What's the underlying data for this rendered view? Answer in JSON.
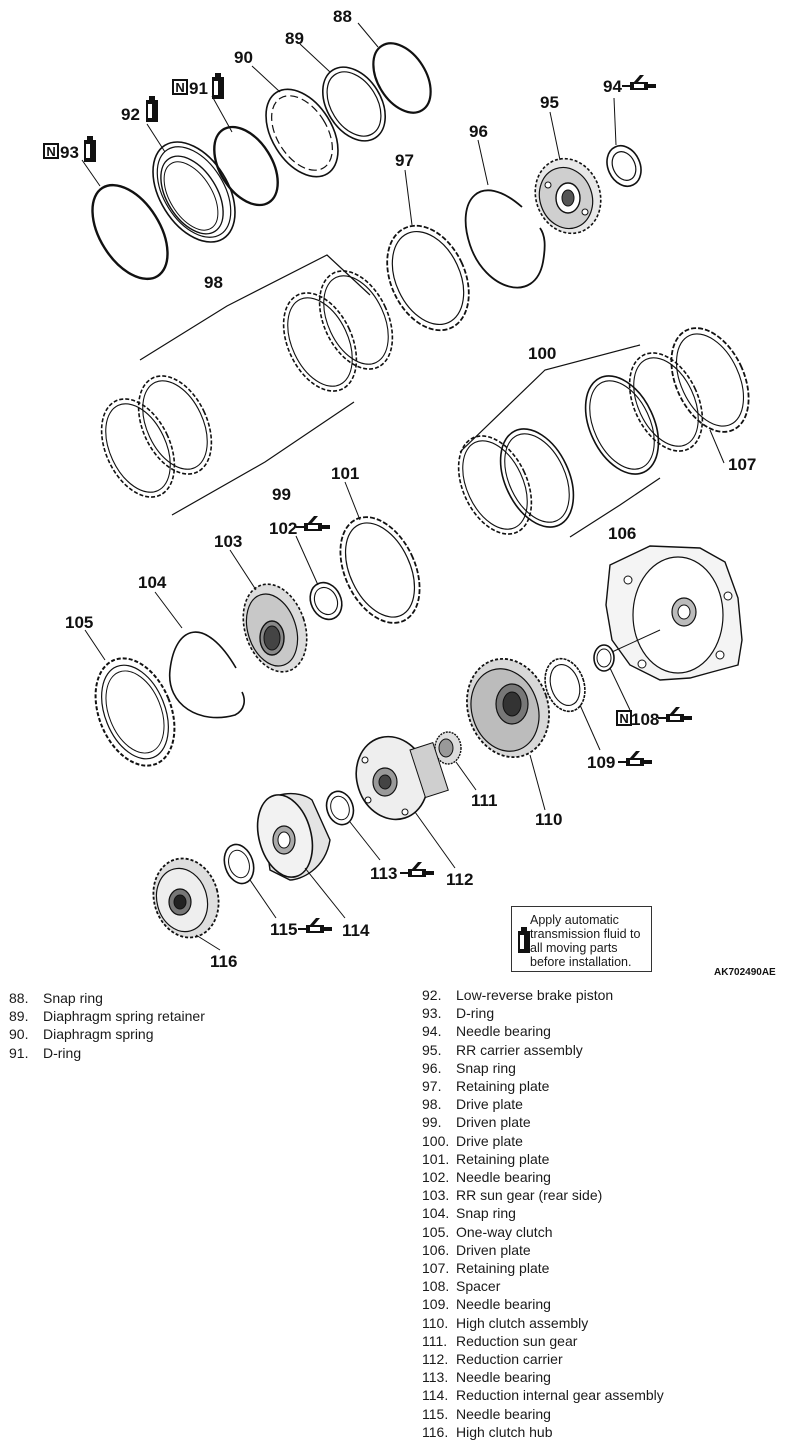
{
  "callouts": {
    "c88": "88",
    "c89": "89",
    "c90": "90",
    "c91": "91",
    "c92": "92",
    "c93": "93",
    "c94": "94",
    "c95": "95",
    "c96": "96",
    "c97": "97",
    "c98": "98",
    "c99": "99",
    "c100": "100",
    "c101": "101",
    "c102": "102",
    "c103": "103",
    "c104": "104",
    "c105": "105",
    "c106": "106",
    "c107": "107",
    "c108": "108",
    "c109": "109",
    "c110": "110",
    "c111": "111",
    "c112": "112",
    "c113": "113",
    "c114": "114",
    "c115": "115",
    "c116": "116"
  },
  "new_part_marker": "N",
  "drawing_code": "AK702490AE",
  "note": {
    "text": "Apply automatic transmission fluid to all moving parts before installation.",
    "icon": "oil-can-icon"
  },
  "icons": {
    "fluid": "oil-can-icon",
    "grease": "grease-gun-icon"
  },
  "legend_left": [
    {
      "num": "88.",
      "name": "Snap ring"
    },
    {
      "num": "89.",
      "name": "Diaphragm spring retainer"
    },
    {
      "num": "90.",
      "name": "Diaphragm spring"
    },
    {
      "num": "91.",
      "name": "D-ring"
    }
  ],
  "legend_right": [
    {
      "num": "92.",
      "name": "Low-reverse brake piston"
    },
    {
      "num": "93.",
      "name": "D-ring"
    },
    {
      "num": "94.",
      "name": "Needle bearing"
    },
    {
      "num": "95.",
      "name": "RR carrier assembly"
    },
    {
      "num": "96.",
      "name": "Snap ring"
    },
    {
      "num": "97.",
      "name": "Retaining plate"
    },
    {
      "num": "98.",
      "name": "Drive plate"
    },
    {
      "num": "99.",
      "name": "Driven plate"
    },
    {
      "num": "100.",
      "name": "Drive plate"
    },
    {
      "num": "101.",
      "name": "Retaining plate"
    },
    {
      "num": "102.",
      "name": "Needle bearing"
    },
    {
      "num": "103.",
      "name": "RR sun gear (rear side)"
    },
    {
      "num": "104.",
      "name": "Snap ring"
    },
    {
      "num": "105.",
      "name": "One-way clutch"
    },
    {
      "num": "106.",
      "name": "Driven plate"
    },
    {
      "num": "107.",
      "name": "Retaining plate"
    },
    {
      "num": "108.",
      "name": "Spacer"
    },
    {
      "num": "109.",
      "name": "Needle bearing"
    },
    {
      "num": "110.",
      "name": "High clutch assembly"
    },
    {
      "num": "111.",
      "name": "Reduction sun gear"
    },
    {
      "num": "112.",
      "name": "Reduction carrier"
    },
    {
      "num": "113.",
      "name": "Needle bearing"
    },
    {
      "num": "114.",
      "name": "Reduction internal gear assembly"
    },
    {
      "num": "115.",
      "name": "Needle bearing"
    },
    {
      "num": "116.",
      "name": "High clutch hub"
    }
  ]
}
